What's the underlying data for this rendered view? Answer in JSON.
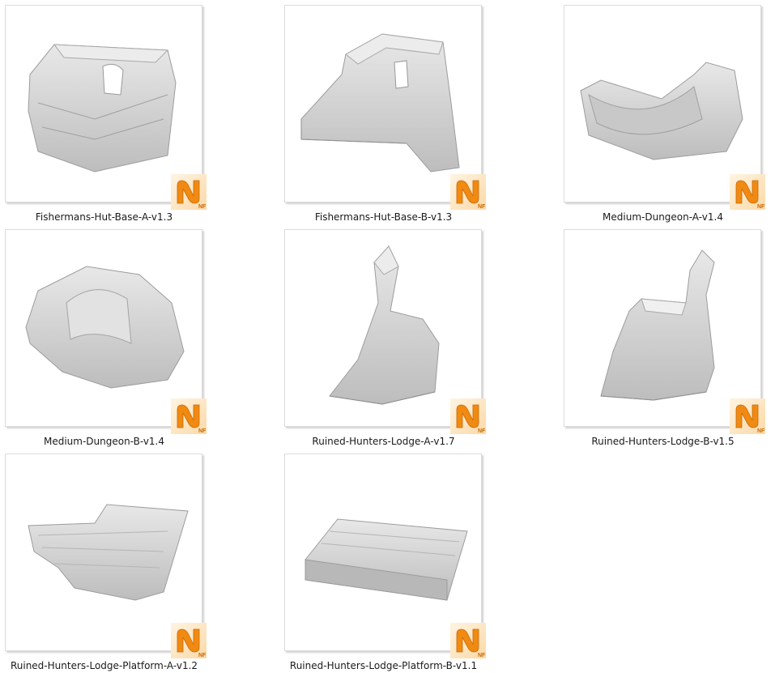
{
  "badge": {
    "label": "NF"
  },
  "files": [
    {
      "name": "Fishermans-Hut-Base-A-v1.3",
      "icon": "nf-file-icon"
    },
    {
      "name": "Fishermans-Hut-Base-B-v1.3",
      "icon": "nf-file-icon"
    },
    {
      "name": "Medium-Dungeon-A-v1.4",
      "icon": "nf-file-icon"
    },
    {
      "name": "Medium-Dungeon-B-v1.4",
      "icon": "nf-file-icon"
    },
    {
      "name": "Ruined-Hunters-Lodge-A-v1.7",
      "icon": "nf-file-icon"
    },
    {
      "name": "Ruined-Hunters-Lodge-B-v1.5",
      "icon": "nf-file-icon"
    },
    {
      "name": "Ruined-Hunters-Lodge-Platform-A-v1.2",
      "icon": "nf-file-icon"
    },
    {
      "name": "Ruined-Hunters-Lodge-Platform-B-v1.1",
      "icon": "nf-file-icon"
    }
  ],
  "colors": {
    "badge_orange": "#f08a12",
    "badge_light": "#ffd9a0",
    "model_gray": "#d2d2d2"
  }
}
